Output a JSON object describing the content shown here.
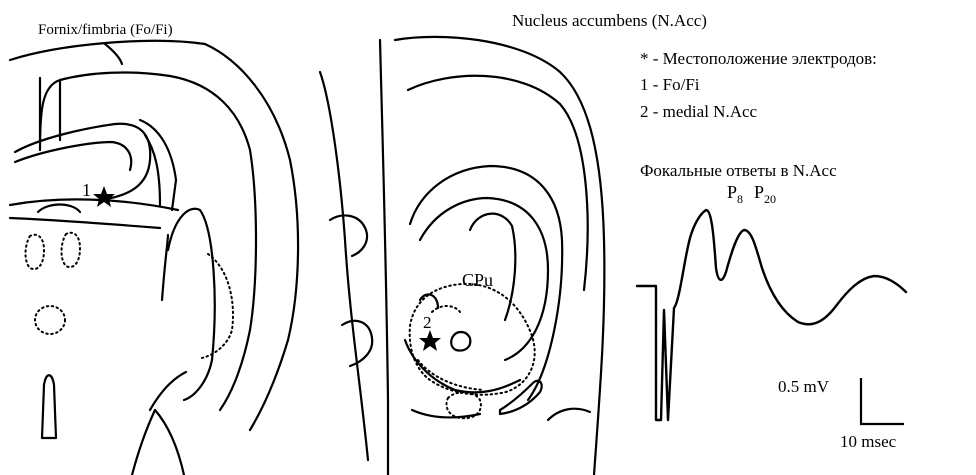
{
  "left_panel": {
    "title": "Fornix/fimbria (Fo/Fi)",
    "electrode_label": "1"
  },
  "middle_panel": {
    "title": "Nucleus accumbens (N.Acc)",
    "region_label": "CPu",
    "electrode_label": "2"
  },
  "legend": {
    "heading": "* - Местоположение электродов:",
    "items": [
      "1 - Fo/Fi",
      "2 - medial N.Acc"
    ]
  },
  "trace": {
    "title": "Фокальные ответы в N.Acc",
    "peak1_main": "P",
    "peak1_sub": "8",
    "peak2_main": "P",
    "peak2_sub": "20",
    "scale_voltage": "0.5 mV",
    "scale_time": "10 msec"
  }
}
